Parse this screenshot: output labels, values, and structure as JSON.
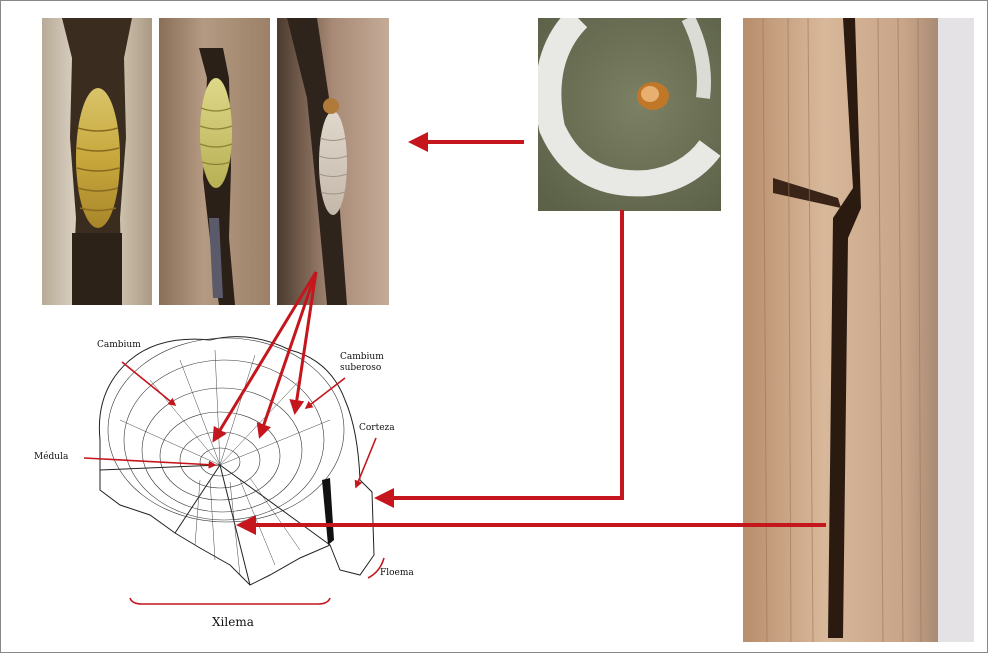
{
  "labels": {
    "cambium": "Cambium",
    "cambium_suberoso_1": "Cambium",
    "cambium_suberoso_2": "suberoso",
    "corteza": "Corteza",
    "medula": "Médula",
    "floema": "Floema",
    "xilema": "Xilema"
  },
  "colors": {
    "arrow": "#c4161c",
    "frame": "#888888"
  }
}
